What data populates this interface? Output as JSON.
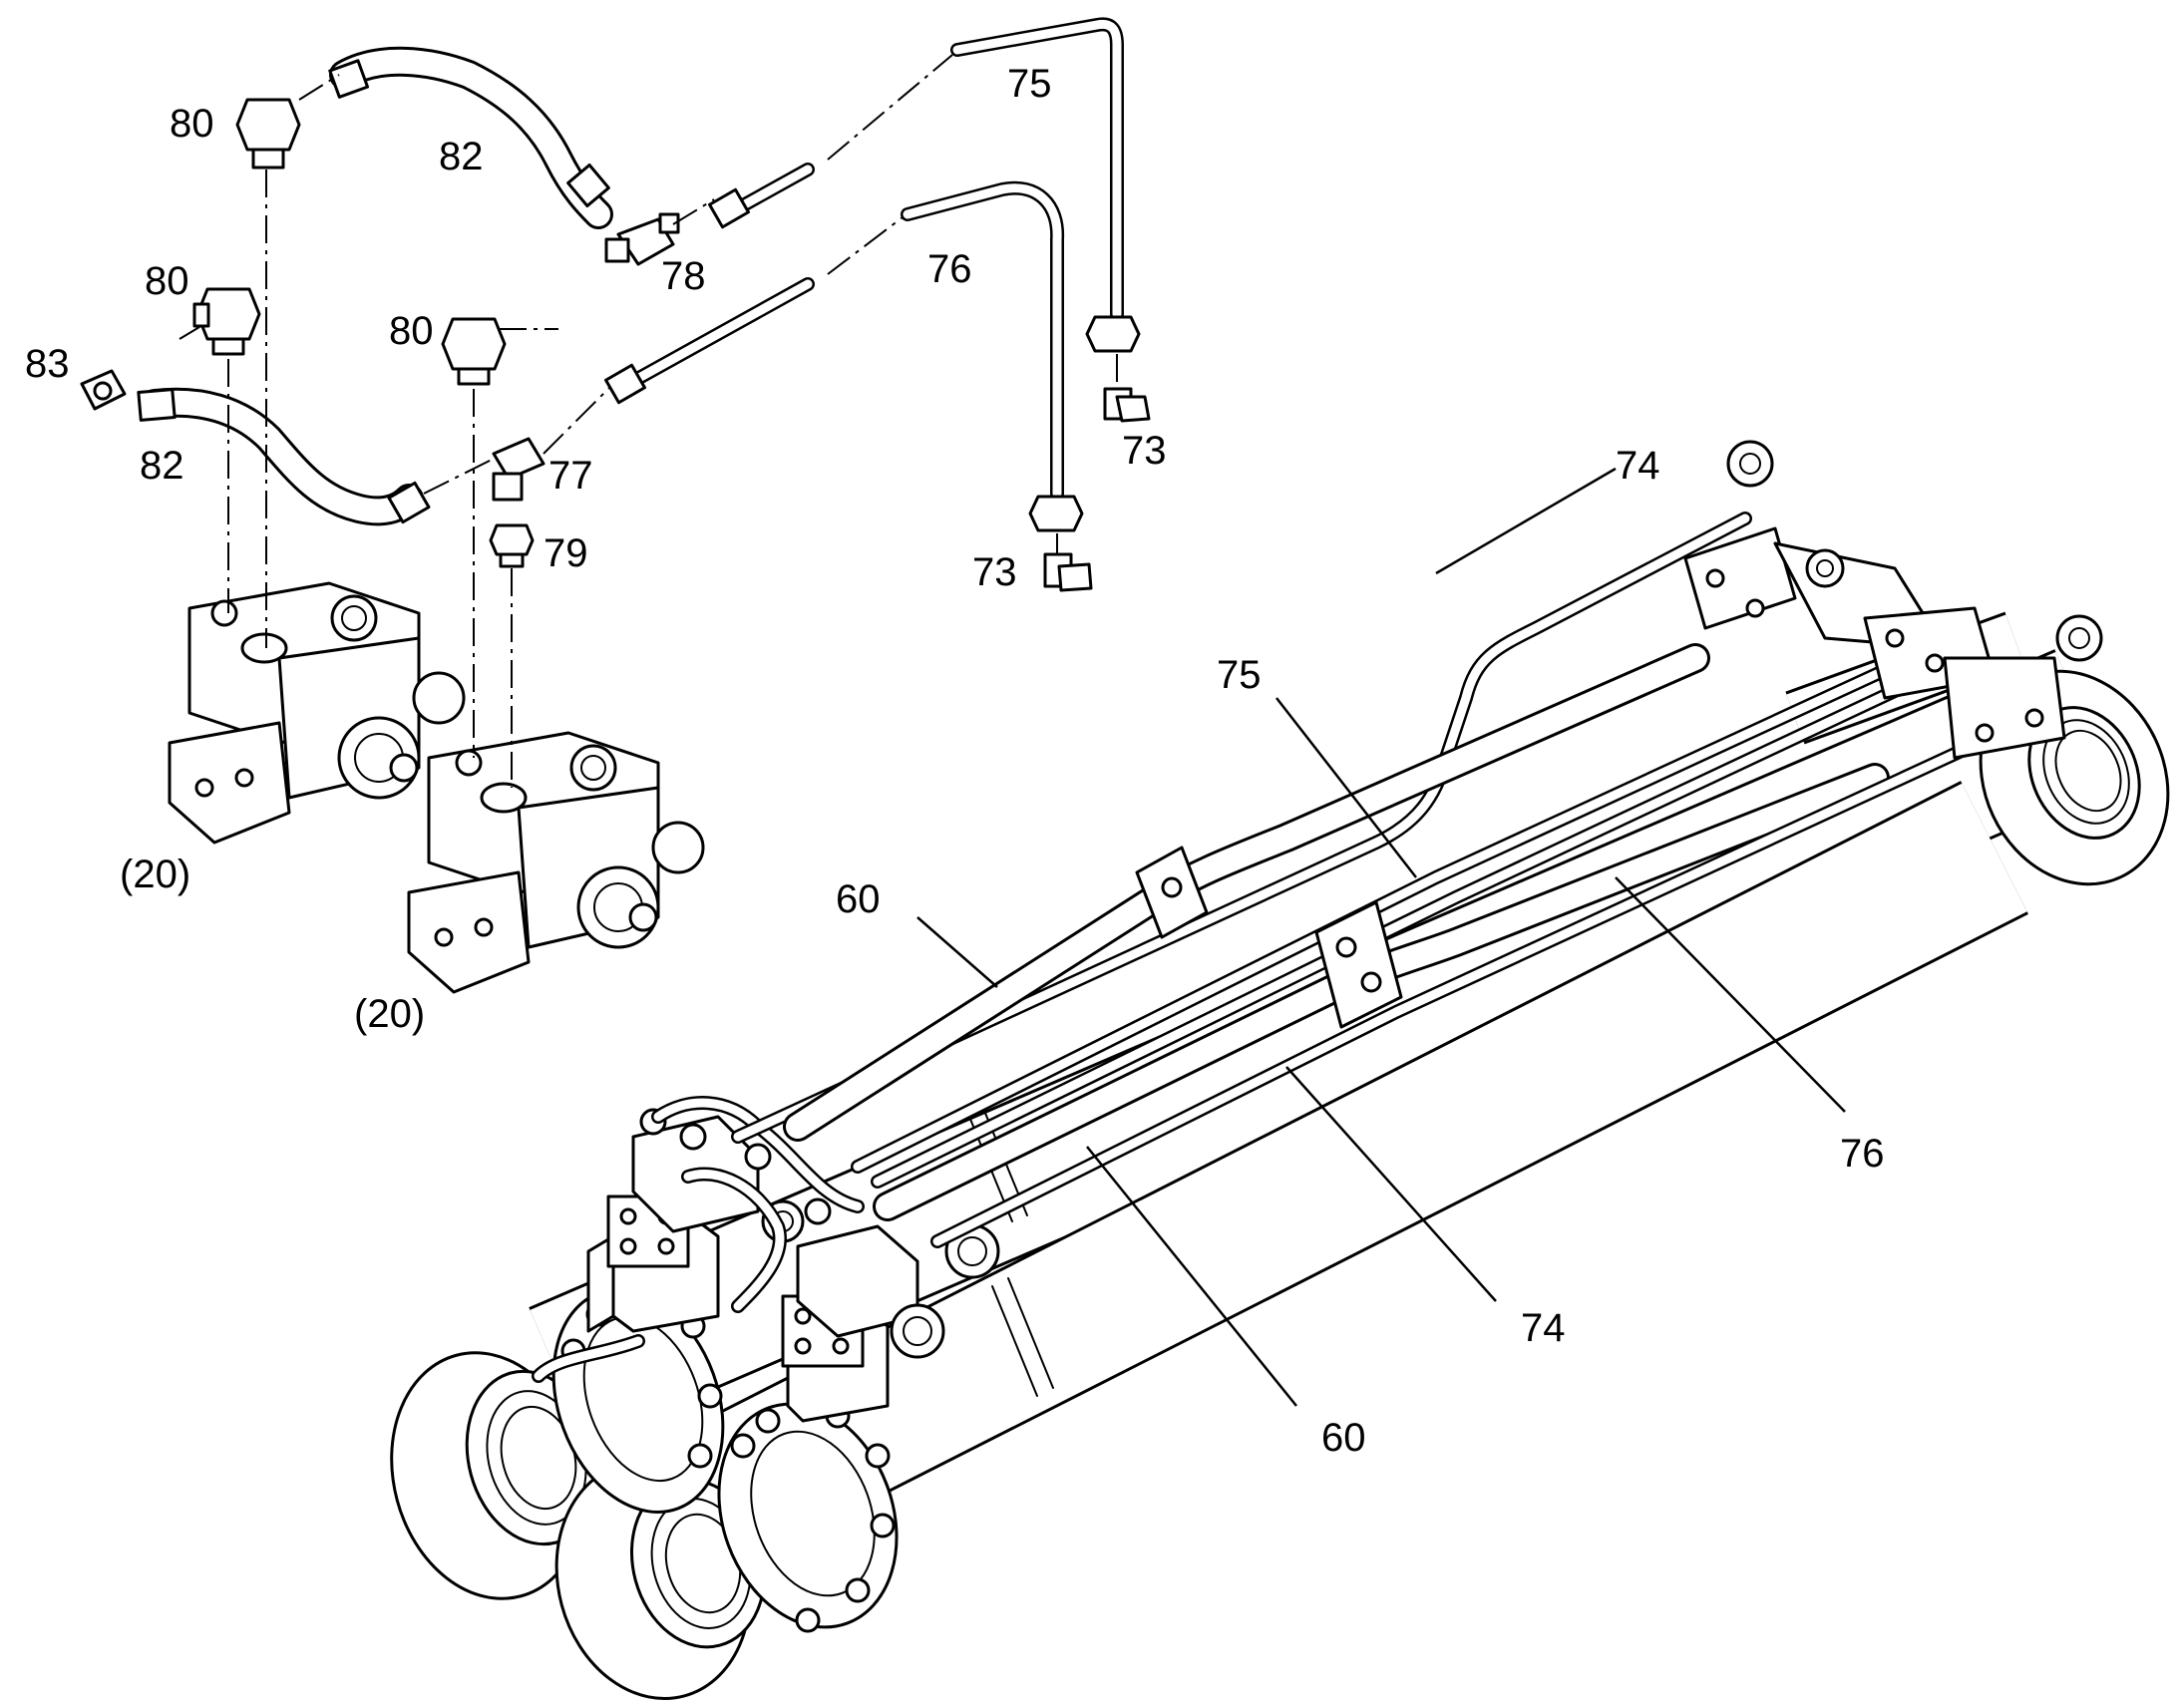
{
  "callouts": {
    "c80_a": "80",
    "c82_a": "82",
    "c80_b": "80",
    "c83": "83",
    "c82_b": "82",
    "c80_c": "80",
    "c78": "78",
    "c77": "77",
    "c79": "79",
    "c75_top": "75",
    "c76_top": "76",
    "c73_a": "73",
    "c73_b": "73",
    "c20_a": "(20)",
    "c20_b": "(20)",
    "c74_top": "74",
    "c75_mid": "75",
    "c60_left": "60",
    "c76_right": "76",
    "c74_bottom": "74",
    "c60_bottom": "60"
  }
}
